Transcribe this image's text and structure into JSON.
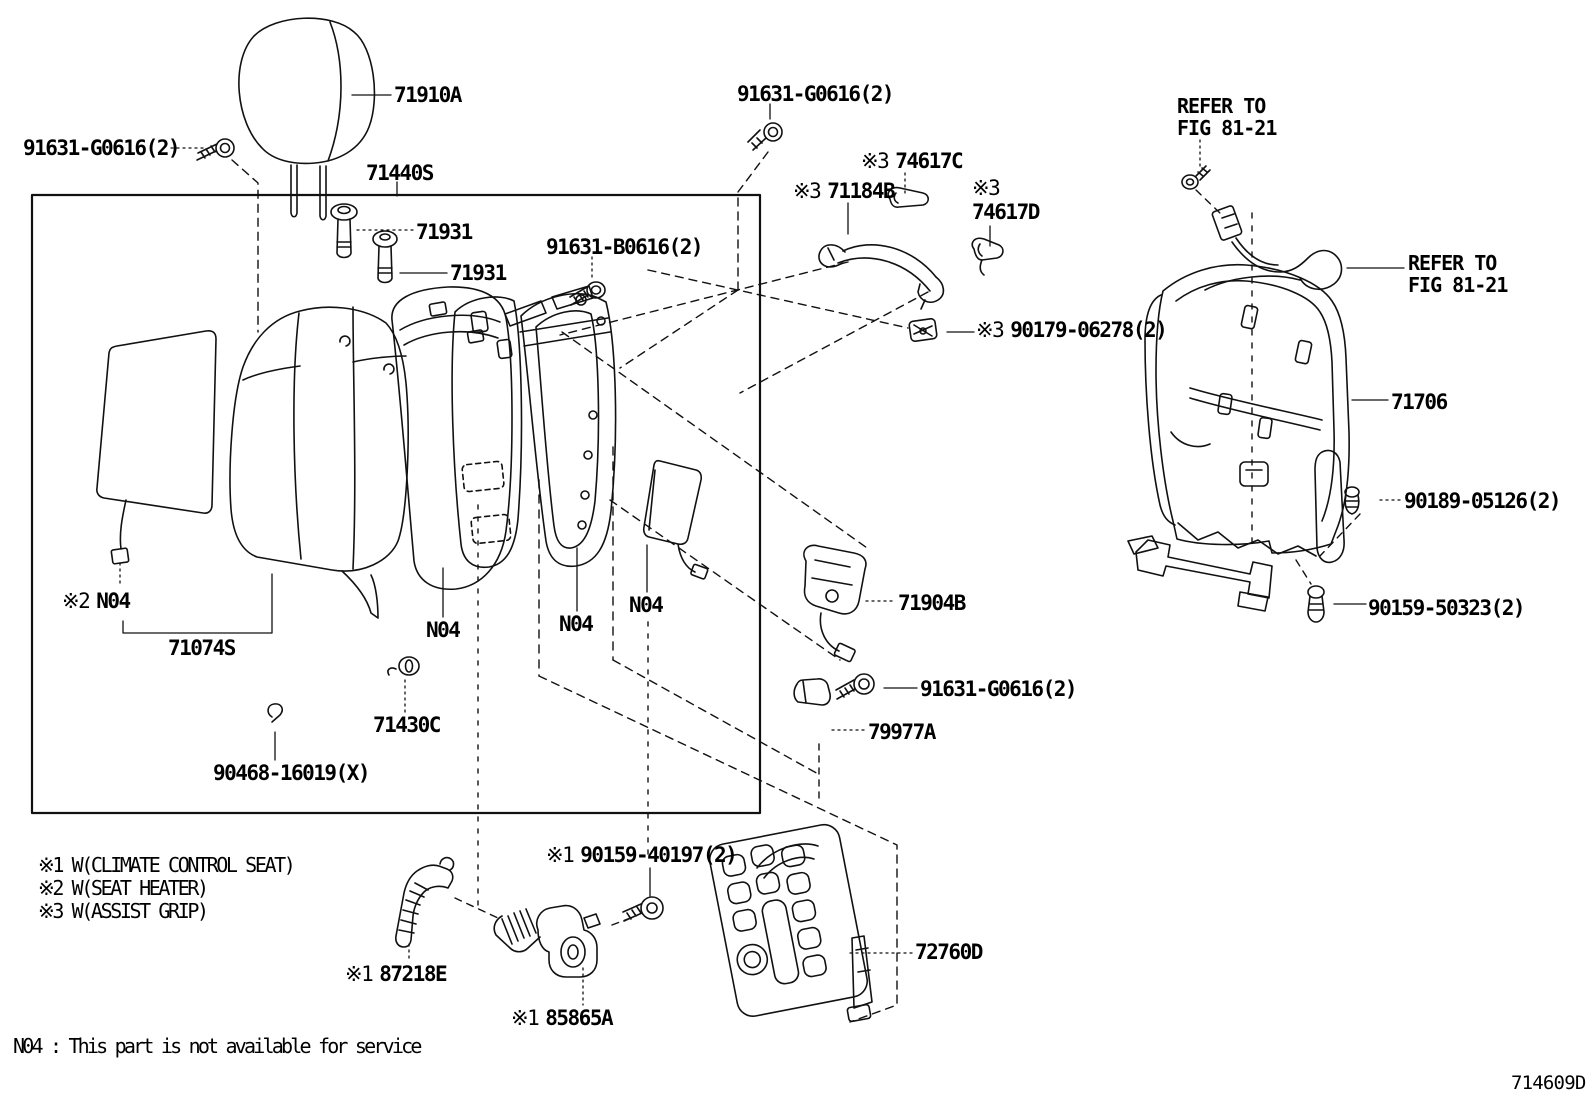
{
  "doc_code": "714609D",
  "notes": [
    "※1 W(CLIMATE CONTROL SEAT)",
    "※2 W(SEAT HEATER)",
    "※3 W(ASSIST GRIP)"
  ],
  "footnote": "N04 : This part is not available for service",
  "refs": {
    "top": {
      "line1": "REFER TO",
      "line2": "FIG 81-21"
    },
    "right": {
      "line1": "REFER TO",
      "line2": "FIG 81-21"
    }
  },
  "labels": {
    "screw_tl": {
      "prefix": "",
      "text": "91631-G0616(2)"
    },
    "headrest": {
      "prefix": "",
      "text": "71910A"
    },
    "back_assy": {
      "prefix": "",
      "text": "71440S"
    },
    "support_a": {
      "prefix": "",
      "text": "71931"
    },
    "support_b": {
      "prefix": "",
      "text": "71931"
    },
    "screw_b0616": {
      "prefix": "",
      "text": "91631-B0616(2)"
    },
    "screw_tm": {
      "prefix": "",
      "text": "91631-G0616(2)"
    },
    "cap_74617c": {
      "prefix": "※3",
      "text": "74617C"
    },
    "grip_71184b": {
      "prefix": "※3",
      "text": "71184B"
    },
    "cap_74617d": {
      "prefix": "※3",
      "text": "74617D"
    },
    "clip_90179": {
      "prefix": "※3",
      "text": "90179-06278(2)"
    },
    "frame_71706": {
      "prefix": "",
      "text": "71706"
    },
    "clip_90189": {
      "prefix": "",
      "text": "90189-05126(2)"
    },
    "screw_50323": {
      "prefix": "",
      "text": "90159-50323(2)"
    },
    "lock_71904b": {
      "prefix": "",
      "text": "71904B"
    },
    "screw_mid": {
      "prefix": "",
      "text": "91631-G0616(2)"
    },
    "clip_79977a": {
      "prefix": "",
      "text": "79977A"
    },
    "heater_n04": {
      "prefix": "※2",
      "text": "N04"
    },
    "cover_71074s": {
      "prefix": "",
      "text": "71074S"
    },
    "n04_board": {
      "prefix": "",
      "text": "N04"
    },
    "n04_frame": {
      "prefix": "",
      "text": "N04"
    },
    "n04_airbag": {
      "prefix": "",
      "text": "N04"
    },
    "grommet_71430c": {
      "prefix": "",
      "text": "71430C"
    },
    "hook_90468": {
      "prefix": "",
      "text": "90468-16019(X)"
    },
    "screw_40197": {
      "prefix": "※1",
      "text": "90159-40197(2)"
    },
    "duct_87218e": {
      "prefix": "※1",
      "text": "87218E"
    },
    "blower_85865a": {
      "prefix": "※1",
      "text": "85865A"
    },
    "pad_72760d": {
      "prefix": "",
      "text": "72760D"
    }
  }
}
